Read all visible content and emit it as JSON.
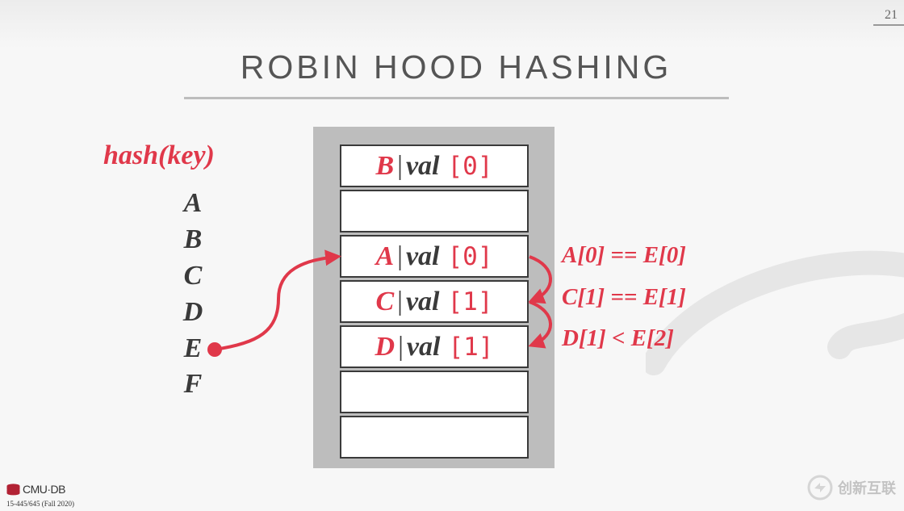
{
  "slide": {
    "number": "21",
    "title": "ROBIN HOOD HASHING"
  },
  "hash_label": "hash(key)",
  "keys": [
    "A",
    "B",
    "C",
    "D",
    "E",
    "F"
  ],
  "slots": [
    {
      "key": "B",
      "sep": "|",
      "val": "val",
      "idx": "[0]"
    },
    {
      "key": "",
      "sep": "",
      "val": "",
      "idx": ""
    },
    {
      "key": "A",
      "sep": "|",
      "val": "val",
      "idx": "[0]"
    },
    {
      "key": "C",
      "sep": "|",
      "val": "val",
      "idx": "[1]"
    },
    {
      "key": "D",
      "sep": "|",
      "val": "val",
      "idx": "[1]"
    },
    {
      "key": "",
      "sep": "",
      "val": "",
      "idx": ""
    },
    {
      "key": "",
      "sep": "",
      "val": "",
      "idx": ""
    }
  ],
  "notes": [
    "A[0] == E[0]",
    "C[1] == E[1]",
    "D[1] < E[2]"
  ],
  "footer": {
    "logo": "CMU·DB",
    "course": "15-445/645 (Fall 2020)",
    "corner_brand": "创新互联"
  },
  "colors": {
    "accent": "#e0384a",
    "ink": "#3a3a3a",
    "table_bg": "#bdbdbd"
  }
}
